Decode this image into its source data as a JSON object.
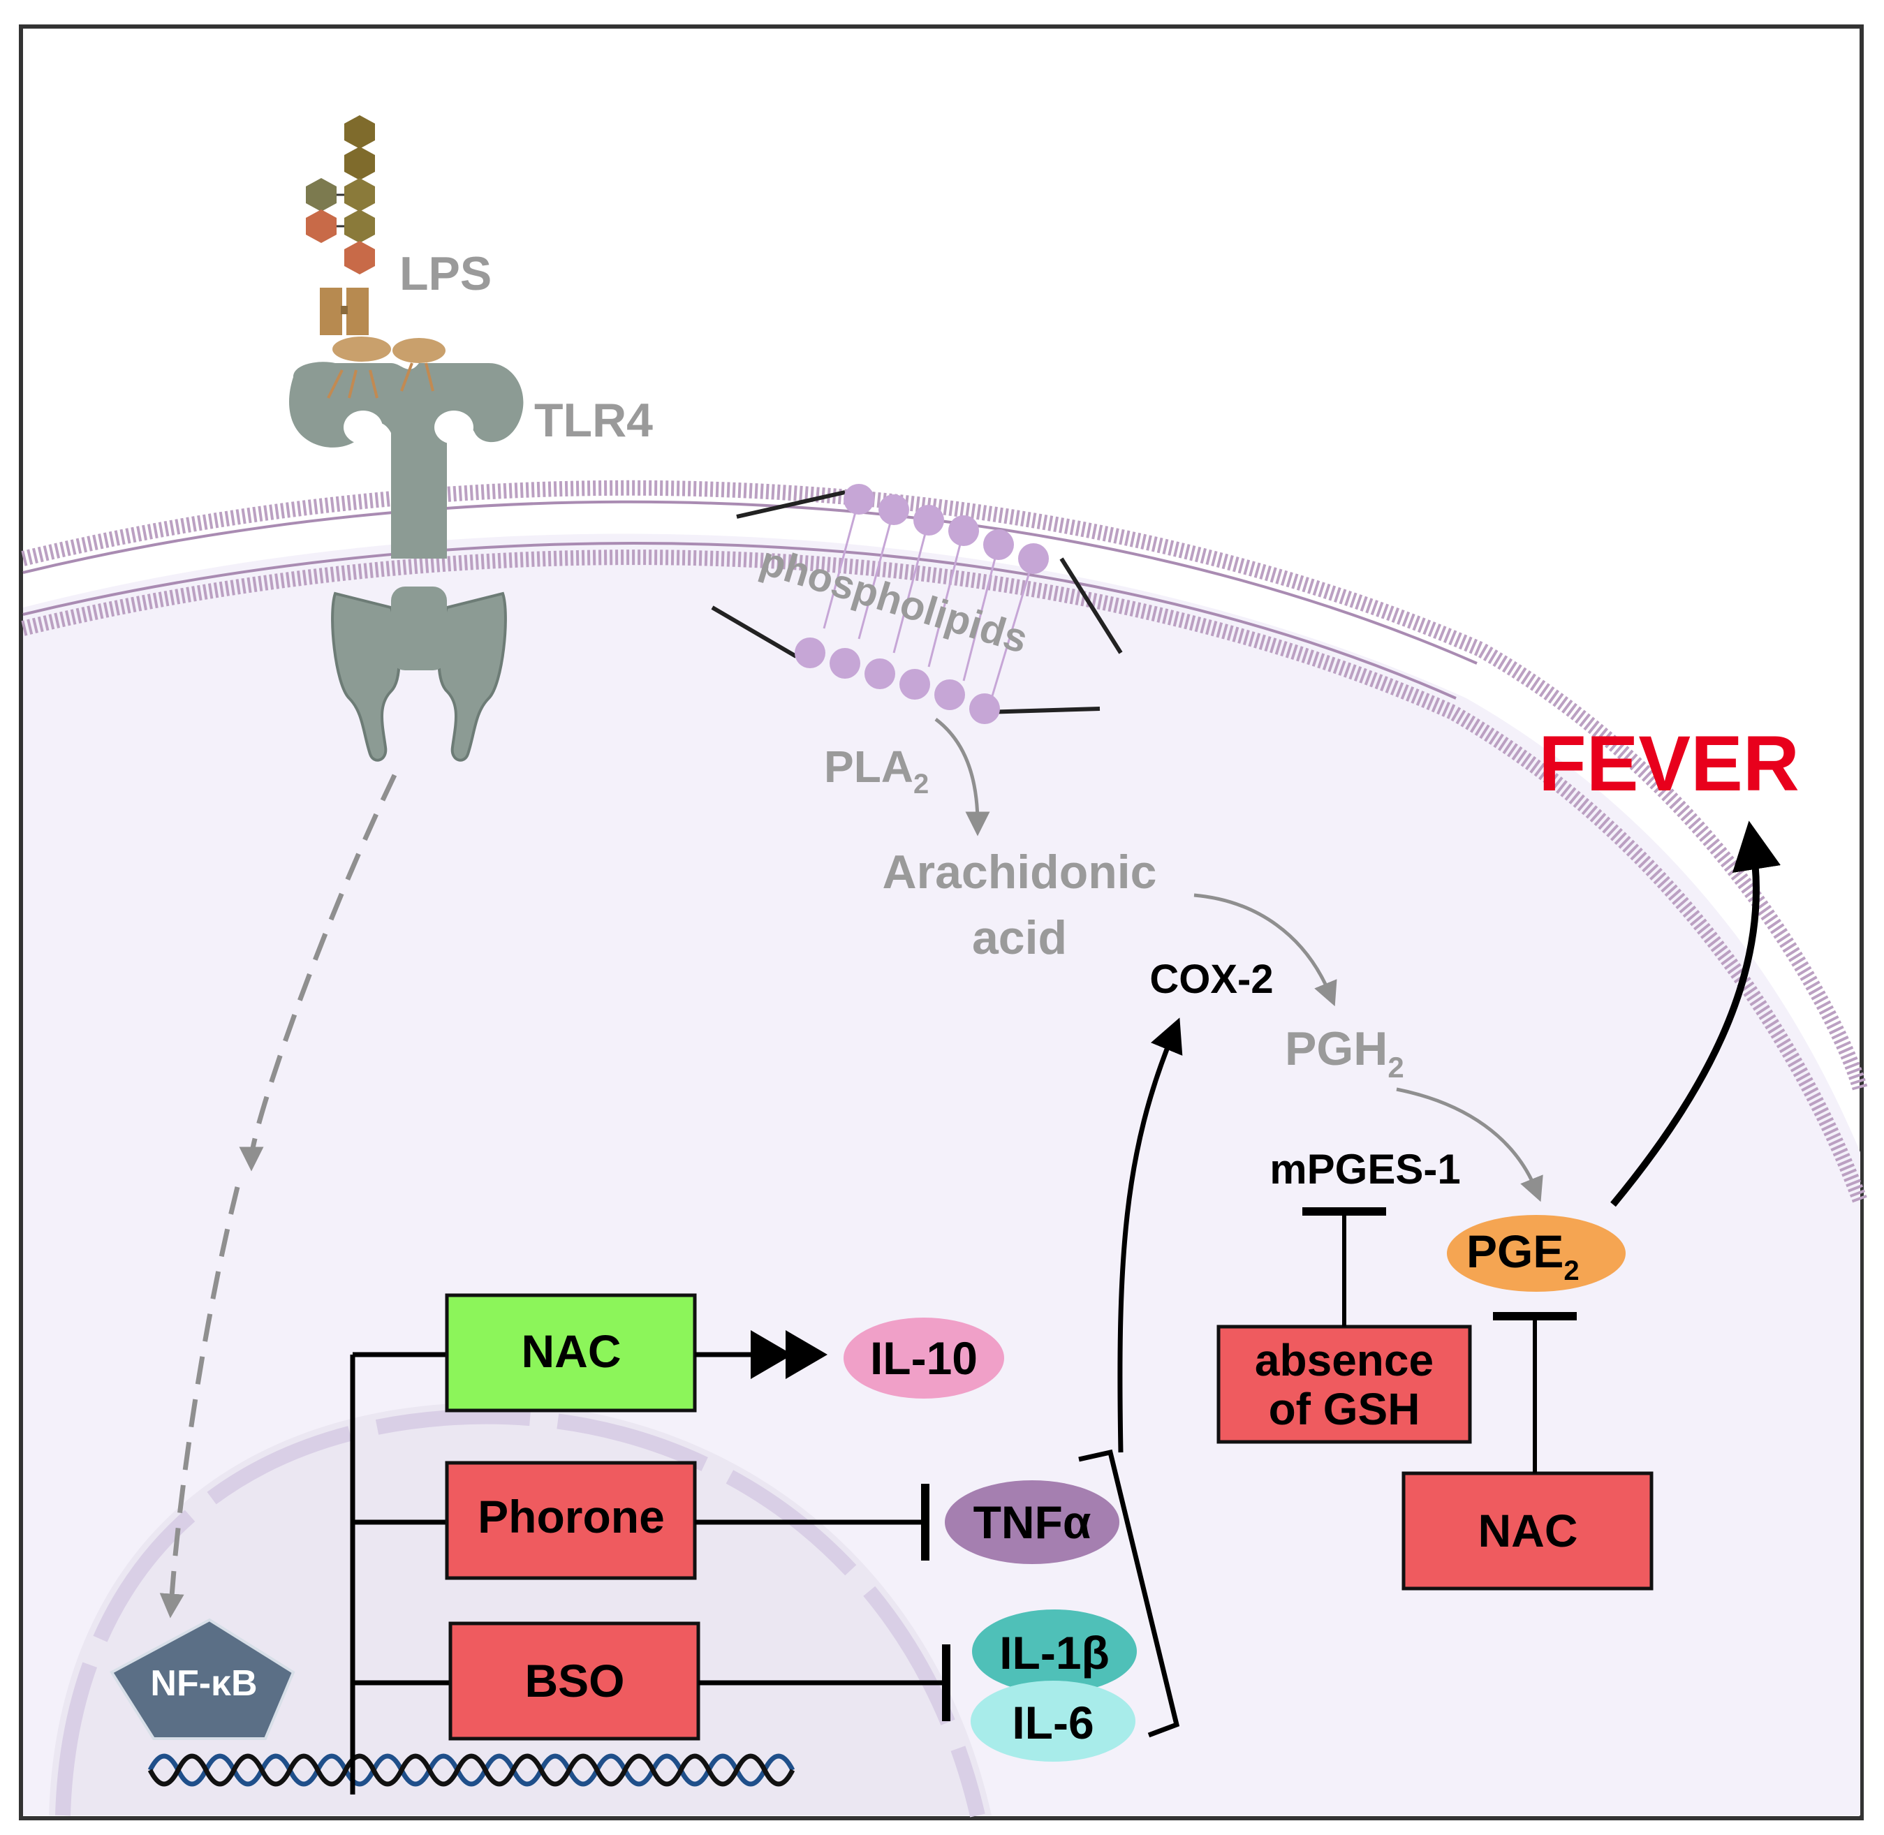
{
  "labels": {
    "lps": "LPS",
    "tlr4": "TLR4",
    "phospholipids": "phospholipids",
    "pla2_main": "PLA",
    "pla2_sub": "2",
    "arachidonic_line1": "Arachidonic",
    "arachidonic_line2": "acid",
    "cox2": "COX-2",
    "pgh2_main": "PGH",
    "pgh2_sub": "2",
    "mpges1": "mPGES-1",
    "pge2_main": "PGE",
    "pge2_sub": "2",
    "fever": "FEVER",
    "absence_line1": "absence",
    "absence_line2": "of GSH",
    "nac_right": "NAC",
    "nac_left": "NAC",
    "il10": "IL-10",
    "phorone": "Phorone",
    "tnfa": "TNFα",
    "bso": "BSO",
    "il1b": "IL-1β",
    "il6": "IL-6",
    "nfkb": "NF-κB"
  },
  "colors": {
    "grey_text": "#9a9a9a",
    "fever_red": "#e8001c",
    "red_box": "#ef5b5f",
    "green_box": "#8cf55a",
    "pink_ellipse": "#f0a0c8",
    "purple_ellipse": "#a57fb0",
    "teal_ellipse": "#4fc0b8",
    "cyan_ellipse": "#a8ecea",
    "orange_ellipse": "#f5a552",
    "cell_fill": "#f4f1fa",
    "nucleus_fill": "#ebe7f2",
    "membrane": "#bba0c2",
    "lipid_head": "#c6a6d6",
    "receptor": "#8c9b94",
    "nfkb": "#5b6f86"
  }
}
